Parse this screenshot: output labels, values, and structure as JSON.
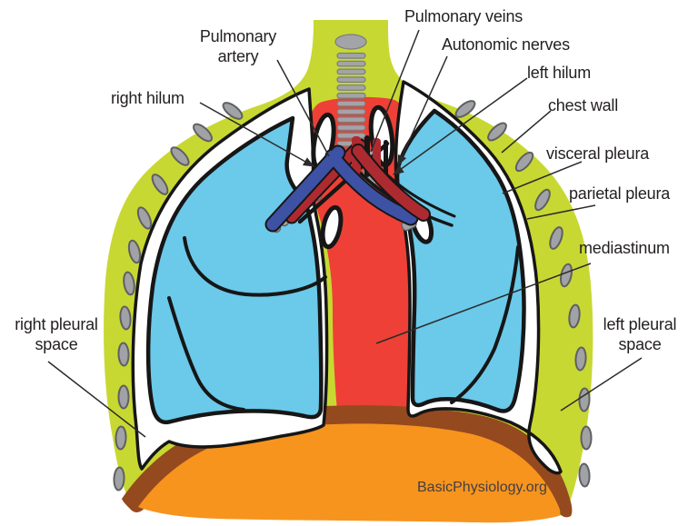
{
  "figure": {
    "watermark": "BasicPhysiology.org",
    "labels": {
      "pulmonary_veins": "Pulmonary veins",
      "autonomic_nerves": "Autonomic nerves",
      "pulmonary_artery": "Pulmonary artery",
      "left_hilum": "left hilum",
      "right_hilum": "right hilum",
      "chest_wall": "chest wall",
      "visceral_pleura": "visceral pleura",
      "parietal_pleura": "parietal pleura",
      "mediastinum": "mediastinum",
      "right_pleural_space": "right pleural space",
      "left_pleural_space": "left pleural space"
    },
    "colors": {
      "chestwall": "#c8d832",
      "lung": "#6bc9e9",
      "mediastinum": "#ee4036",
      "artery": "#3d52a5",
      "vein": "#ae2a31",
      "diaphragm": "#f7941e",
      "diaphragm_edge": "#95491e",
      "rib_fill": "#a0a2a5",
      "rib_stroke": "#5f6062",
      "cartilage": "#a2a4a7",
      "cartilage_stroke": "#7a7c7f",
      "outline": "#161616",
      "leader": "#2b2b2b",
      "pleura_white": "#ffffff",
      "text": "#231f20",
      "watermark": "#414042"
    }
  }
}
